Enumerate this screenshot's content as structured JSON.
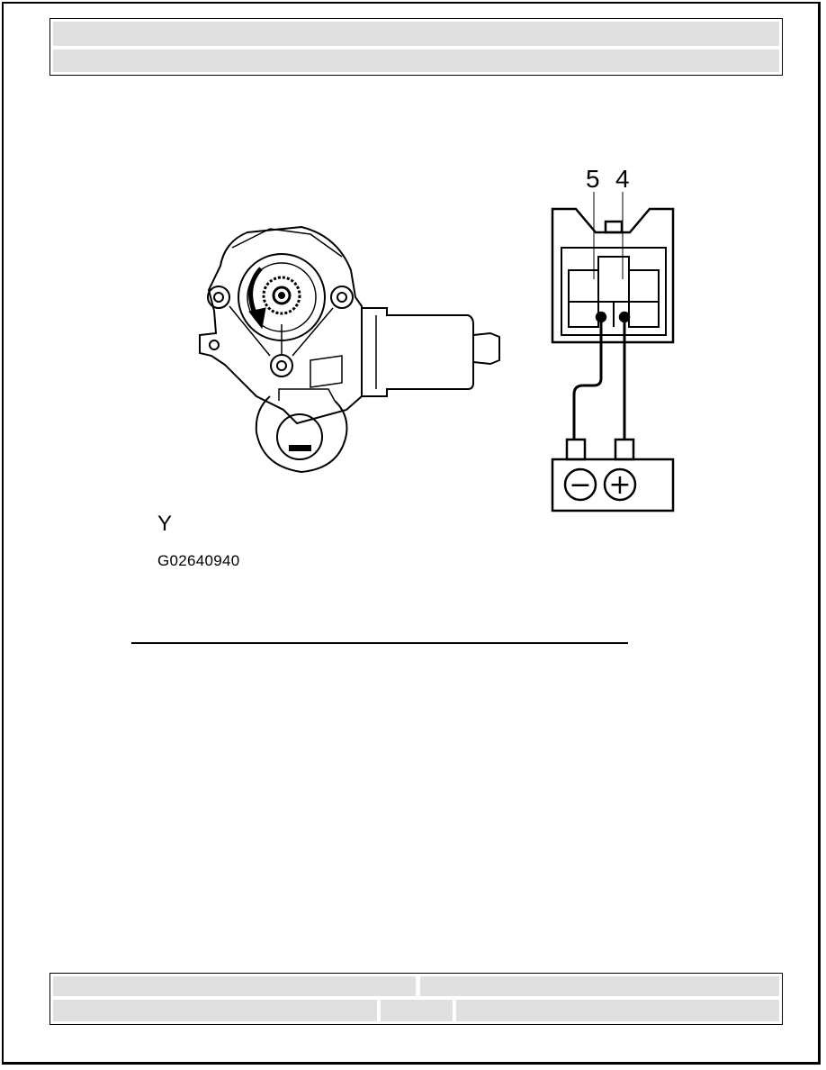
{
  "header": {
    "title": "",
    "subtitle": ""
  },
  "figure": {
    "callout_letter": "Y",
    "figure_code": "G02640940",
    "connector_terminals": [
      "5",
      "4"
    ],
    "battery_symbols": [
      "−",
      "+"
    ]
  },
  "footer": {
    "row1_left": "",
    "row1_right": "",
    "row2_left": "",
    "row2_middle": "",
    "row2_right": ""
  }
}
